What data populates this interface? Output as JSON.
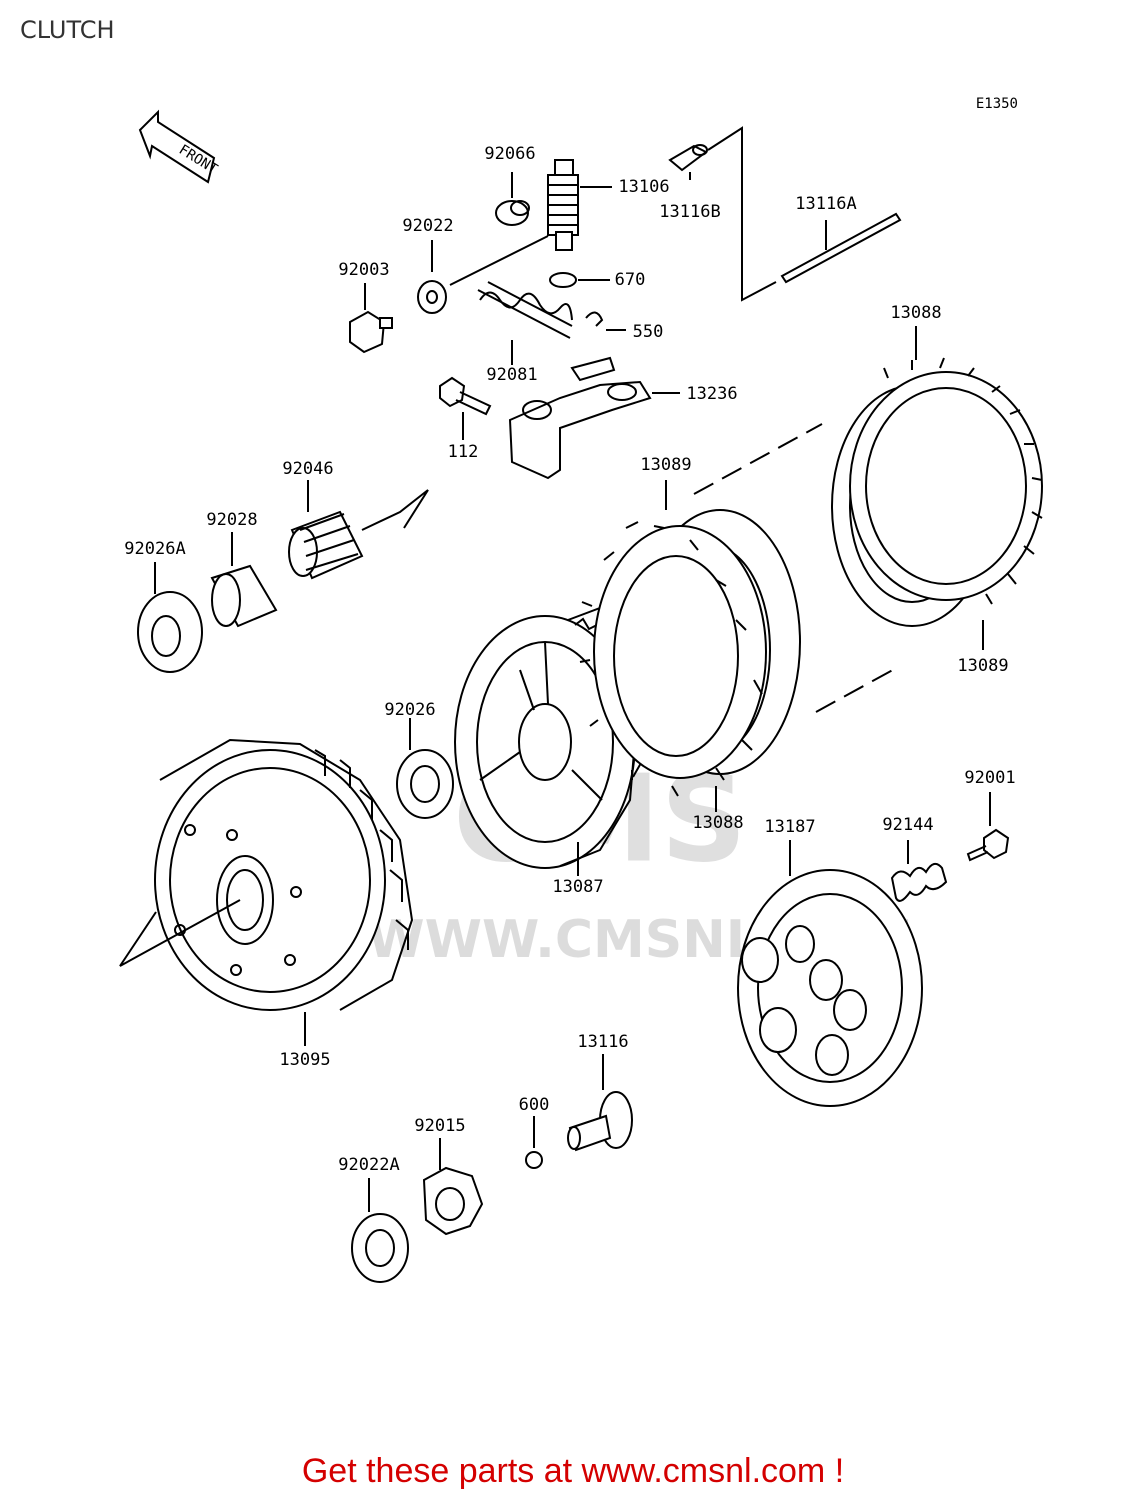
{
  "page": {
    "title": "CLUTCH",
    "diagram_code": "E1350"
  },
  "front_label": "FRONT",
  "watermark": {
    "brand": "CMS",
    "url": "WWW.CMSNL.COM"
  },
  "footer": {
    "text": "Get these parts at www.cmsnl.com !"
  },
  "parts": {
    "p92066": "92066",
    "p13106": "13106",
    "p13116B": "13116B",
    "p13116A": "13116A",
    "p92022": "92022",
    "p92003": "92003",
    "p670": "670",
    "p550": "550",
    "p92081": "92081",
    "p13236": "13236",
    "p112": "112",
    "p13088_top": "13088",
    "p92046": "92046",
    "p92028": "92028",
    "p92026A": "92026A",
    "p13089_mid": "13089",
    "p13089_right": "13089",
    "p92026": "92026",
    "p13088_bottom": "13088",
    "p13187": "13187",
    "p92144": "92144",
    "p92001": "92001",
    "p13087": "13087",
    "p13095": "13095",
    "p13116": "13116",
    "p600": "600",
    "p92015": "92015",
    "p92022A": "92022A"
  }
}
